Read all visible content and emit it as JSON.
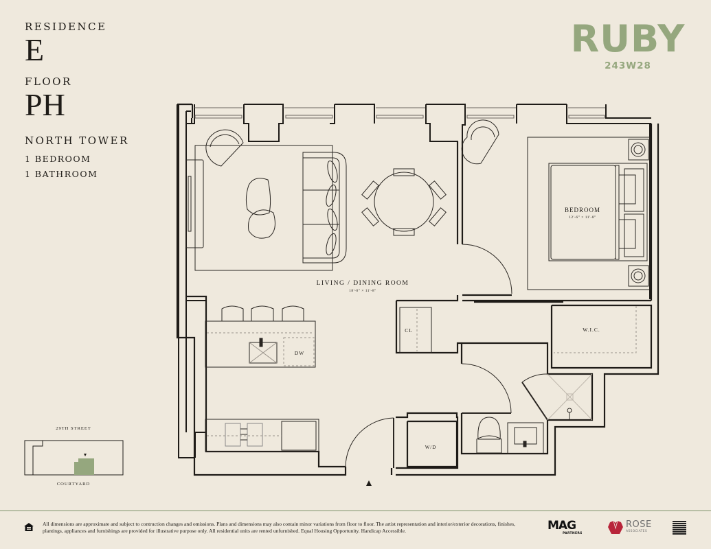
{
  "residence": {
    "label": "RESIDENCE",
    "value": "E"
  },
  "floor": {
    "label": "FLOOR",
    "value": "PH"
  },
  "tower": "NORTH TOWER",
  "bedrooms": "1 BEDROOM",
  "bathrooms": "1 BATHROOM",
  "brand": {
    "name": "RUBY",
    "address": "243W28",
    "color": "#95a77e"
  },
  "rooms": {
    "living": {
      "name": "LIVING / DINING ROOM",
      "dims": "18'-0\" × 11'-8\""
    },
    "bedroom": {
      "name": "BEDROOM",
      "dims": "12'-6\" × 11'-8\""
    },
    "closet": "CL",
    "wic": "W.I.C.",
    "dishwasher": "DW",
    "washer_dryer": "W/D"
  },
  "key_plan": {
    "top_label": "29TH STREET",
    "bottom_label": "COURTYARD",
    "highlight_color": "#95a77e"
  },
  "footer": {
    "disclaimer": "All dimensions are approximate and subject to contruction changes and omissions. Plans and dimensions may also contain minor variations from floor to floor. The artist representation and interior/exterior decorations, finishes, plantings, appliances and furnishings are provided for illustrative purpose only. All residential units are rented unfurnished. Equal Housing Opportunity. Handicap Accessible.",
    "logos": {
      "mag": "MAG",
      "mag_sub": "PARTNERS",
      "rose": "ROSE",
      "rose_sub": "ASSOCIATES"
    },
    "rose_color": "#b8243a"
  }
}
